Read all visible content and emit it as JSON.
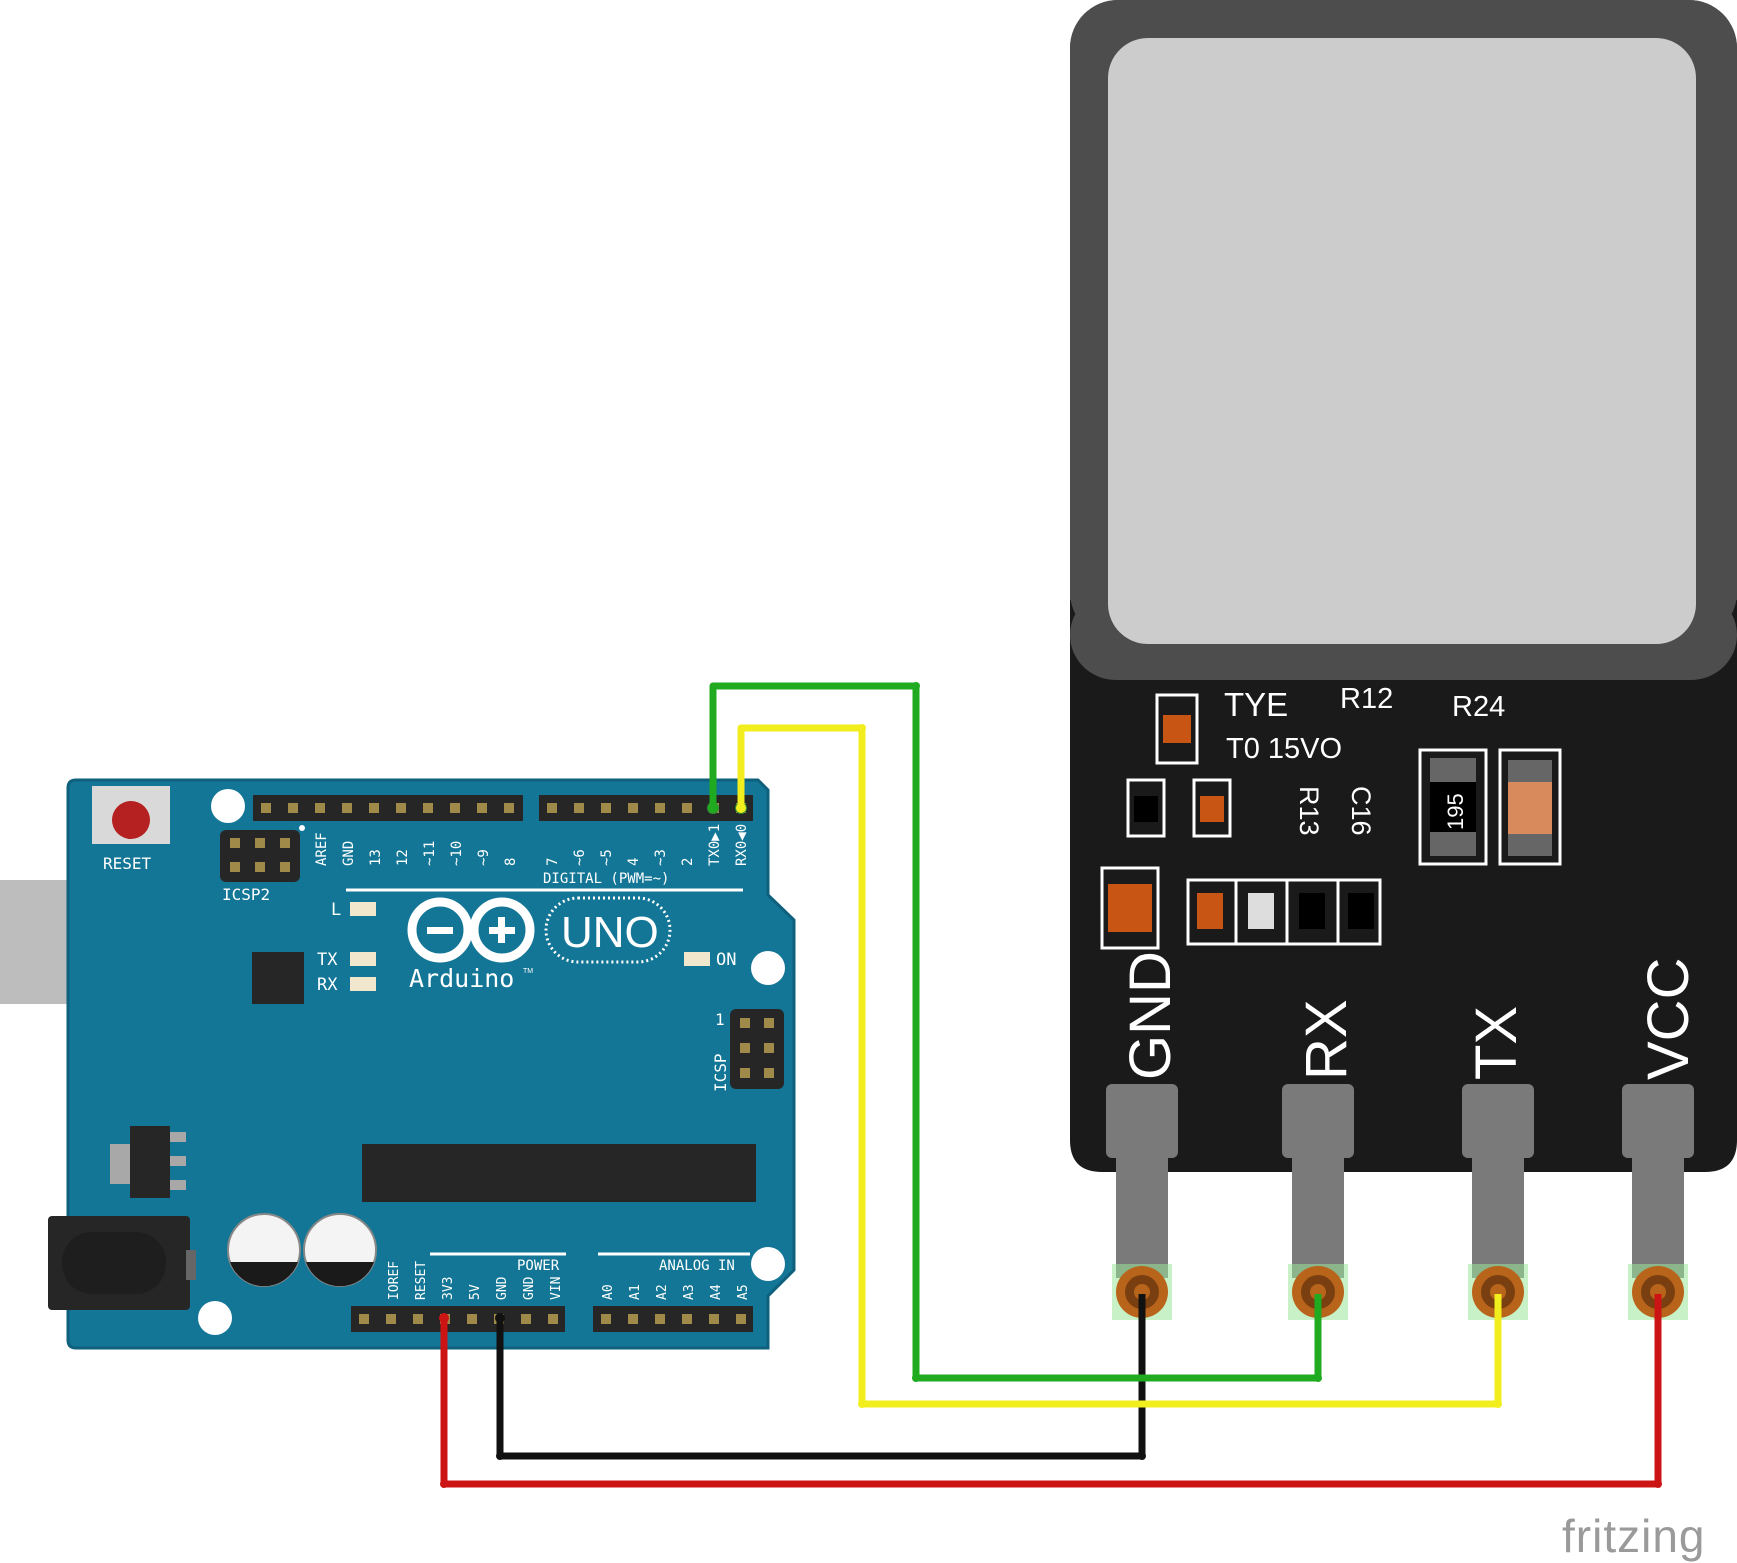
{
  "colors": {
    "board": "#137696",
    "board_edge": "#0e607d",
    "silk": "#ffffff",
    "header_black": "#262626",
    "module_body": "#1a1a1a",
    "module_frame": "#4d4d4d",
    "sensor_window": "#cccccc",
    "lead_gray": "#7a7a7a",
    "pad_copper": "#b8651b",
    "wire_green": "#1faa1f",
    "wire_yellow": "#f2ee1e",
    "wire_black": "#111111",
    "wire_red": "#cc1414",
    "reset_button": "#b52020",
    "usb_metal": "#bdbdbd",
    "smd_orange": "#c85514"
  },
  "arduino": {
    "reset_label": "RESET",
    "icsp2_label": "ICSP2",
    "icsp_label": "ICSP",
    "icsp_pin1": "1",
    "led_l": "L",
    "led_tx": "TX",
    "led_rx": "RX",
    "on_label": "ON",
    "logo_text": "Arduino",
    "logo_tm": "TM",
    "uno_text": "UNO",
    "digital_label": "DIGITAL (PWM=~)",
    "power_label": "POWER",
    "analog_label": "ANALOG IN",
    "header_left_pins": [
      "AREF",
      "GND",
      "13",
      "12",
      "~11",
      "~10",
      "~9",
      "8"
    ],
    "header_right_pins": [
      "7",
      "~6",
      "~5",
      "4",
      "~3",
      "2",
      "TX0▶1",
      "RX0◀0"
    ],
    "power_pins": [
      "IOREF",
      "RESET",
      "3V3",
      "5V",
      "GND",
      "GND",
      "VIN"
    ],
    "analog_pins": [
      "A0",
      "A1",
      "A2",
      "A3",
      "A4",
      "A5"
    ]
  },
  "module": {
    "label_tye": "TYE",
    "label_r12": "R12",
    "label_r24": "R24",
    "label_to15vo": "T0 15VO",
    "label_r13": "R13",
    "label_c16": "C16",
    "label_195": "195",
    "pins": [
      "GND",
      "RX",
      "TX",
      "VCC"
    ]
  },
  "watermark": "fritzing"
}
